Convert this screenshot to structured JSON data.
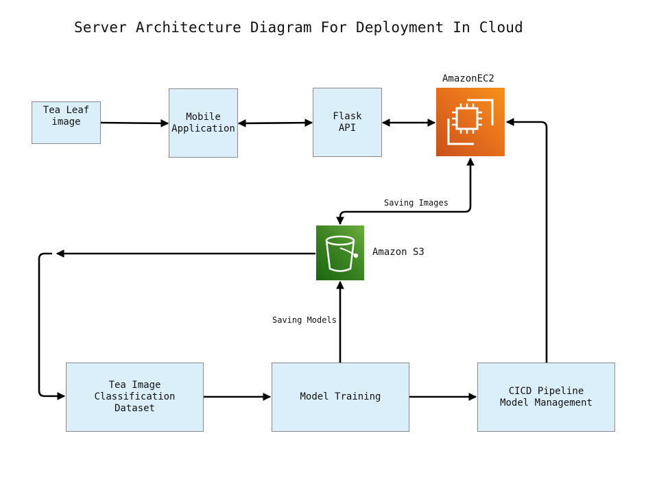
{
  "title": "Server Architecture Diagram For Deployment In Cloud",
  "nodes": {
    "tea_leaf": "Tea Leaf\nimage",
    "mobile_app": "Mobile\nApplication",
    "flask_api": "Flask\nAPI",
    "ec2": "AmazonEC2",
    "s3": "Amazon S3",
    "dataset": "Tea Image\nClassification\nDataset",
    "training": "Model Training",
    "cicd": "CICD Pipeline\nModel Management"
  },
  "edges": {
    "saving_images": "Saving Images",
    "saving_models": "Saving Models"
  },
  "colors": {
    "box_fill": "#dbeffa",
    "ec2_orange": "#e8721c",
    "s3_green": "#3f8624"
  },
  "icons": {
    "ec2": "chip-icon",
    "s3": "bucket-icon"
  }
}
